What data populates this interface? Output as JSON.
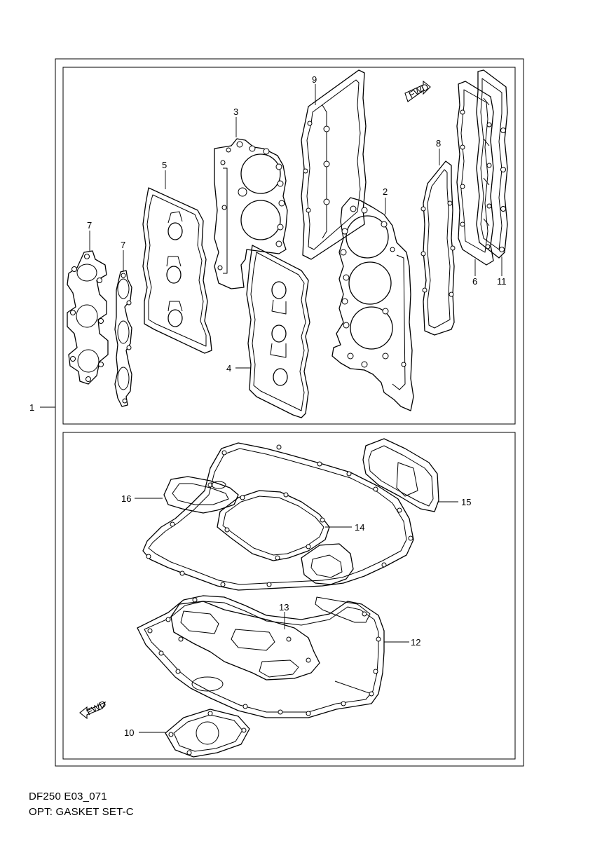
{
  "diagram": {
    "assembly_callout": "1",
    "fwd_marks": [
      "FWD",
      "FWD"
    ],
    "callouts": [
      {
        "id": "2",
        "label": "2"
      },
      {
        "id": "3",
        "label": "3"
      },
      {
        "id": "4",
        "label": "4"
      },
      {
        "id": "5",
        "label": "5"
      },
      {
        "id": "6",
        "label": "6"
      },
      {
        "id": "7a",
        "label": "7"
      },
      {
        "id": "7b",
        "label": "7"
      },
      {
        "id": "8",
        "label": "8"
      },
      {
        "id": "9",
        "label": "9"
      },
      {
        "id": "10",
        "label": "10"
      },
      {
        "id": "11",
        "label": "11"
      },
      {
        "id": "12",
        "label": "12"
      },
      {
        "id": "13",
        "label": "13"
      },
      {
        "id": "14",
        "label": "14"
      },
      {
        "id": "15",
        "label": "15"
      },
      {
        "id": "16",
        "label": "16"
      }
    ]
  },
  "footer": {
    "code": "DF250 E03_071",
    "title": "OPT: GASKET SET-C"
  }
}
